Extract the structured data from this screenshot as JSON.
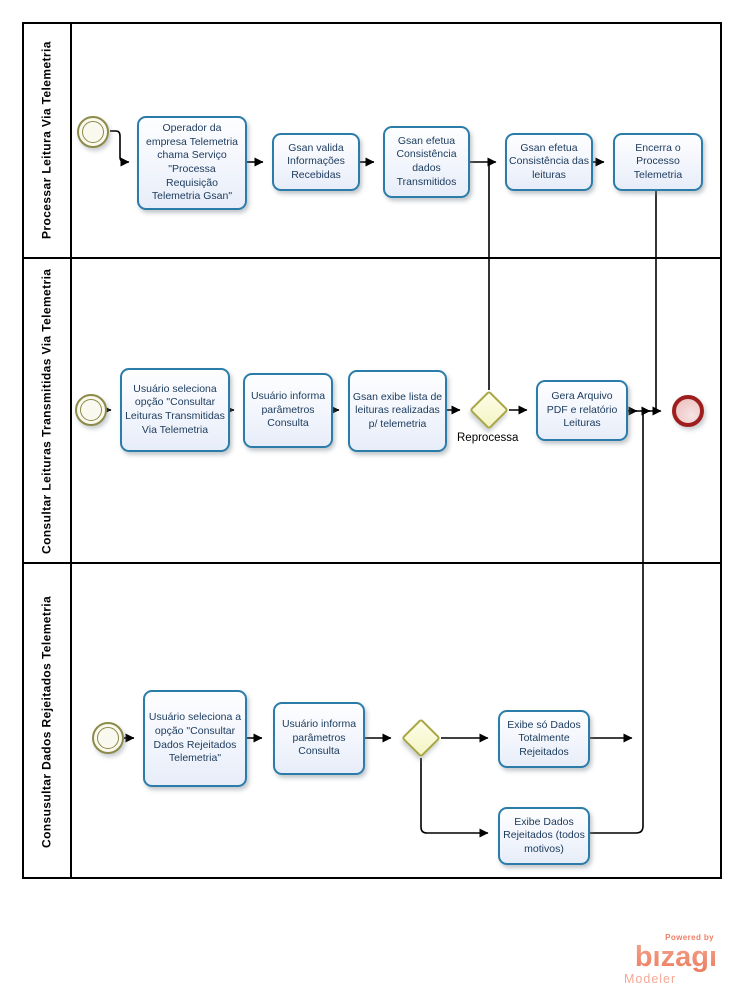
{
  "colors": {
    "task_border": "#2b7ca9",
    "task_fill": "#eaf0fa",
    "task_text": "#1b3a5c",
    "gateway_border": "#a8a642",
    "gateway_fill": "#fbfbdc",
    "start_event_ring": "#8d8b49",
    "start_event_fill": "#faf9ef",
    "end_event_ring": "#9e1e1e",
    "end_event_fill": "#f2caca",
    "lane_border": "#000000",
    "brand_color": "#ef8672"
  },
  "lanes": [
    {
      "title": "Processar Leitura Via Telemetria",
      "tasks": [
        {
          "label": "Operador da empresa Telemetria chama Serviço \"Processa Requisição Telemetria Gsan\""
        },
        {
          "label": "Gsan valida Informações Recebidas"
        },
        {
          "label": "Gsan efetua Consistência dados Transmitidos"
        },
        {
          "label": "Gsan efetua Consistência das leituras"
        },
        {
          "label": "Encerra o Processo Telemetria"
        }
      ]
    },
    {
      "title": "Consultar Leituras Transmitidas Via Telemetria",
      "gateway_label": "Reprocessa",
      "tasks": [
        {
          "label": "Usuário seleciona opção \"Consultar Leituras Transmitidas Via Telemetria"
        },
        {
          "label": "Usuário informa parâmetros Consulta"
        },
        {
          "label": "Gsan exibe lista de leituras realizadas p/ telemetria"
        },
        {
          "label": "Gera Arquivo PDF e relatório Leituras"
        }
      ]
    },
    {
      "title": "Consusultar Dados Rejeitados Telemetria",
      "tasks": [
        {
          "label": "Usuário seleciona a opção \"Consultar Dados Rejeitados Telemetria\""
        },
        {
          "label": "Usuário informa parâmetros Consulta"
        },
        {
          "label": "Exibe só Dados Totalmente Rejeitados"
        },
        {
          "label": "Exibe Dados Rejeitados (todos motivos)"
        }
      ]
    }
  ],
  "branding": {
    "powered_by": "Powered by",
    "brand": "bızagı",
    "product": "Modeler"
  }
}
